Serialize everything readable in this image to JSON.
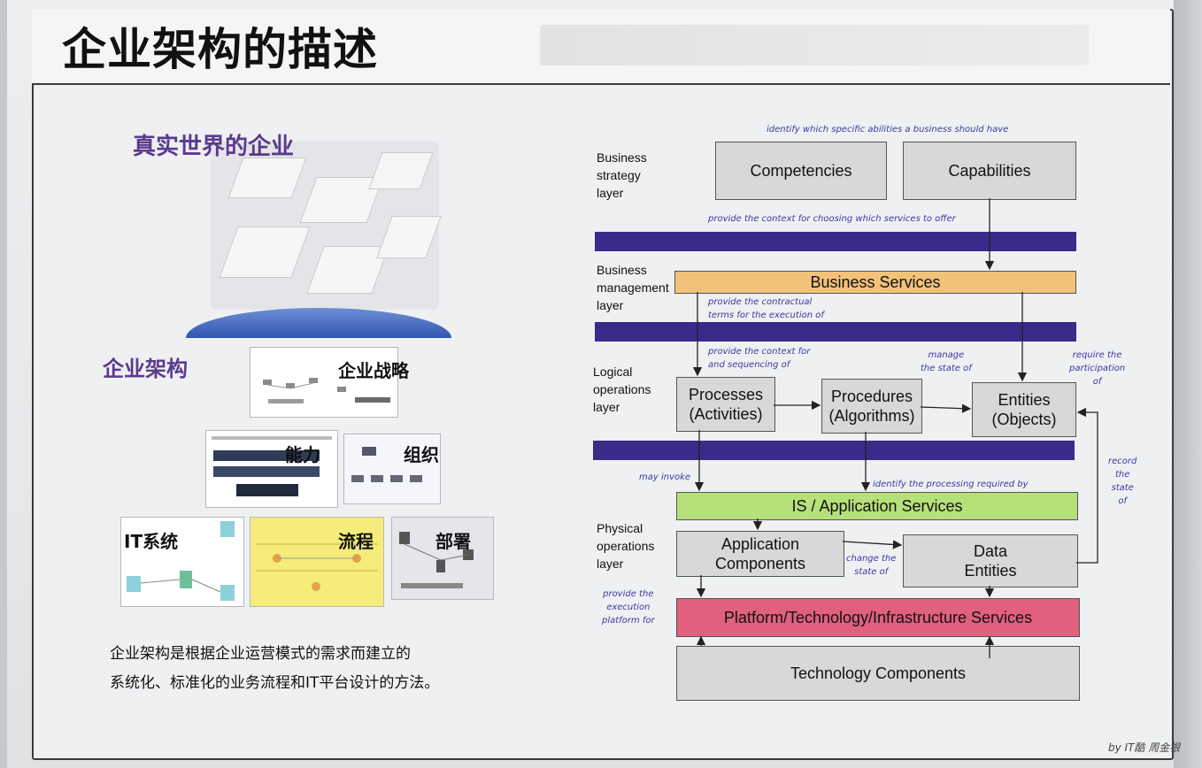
{
  "page": {
    "title": "企业架构的描述",
    "byline": "by IT酷 周金根"
  },
  "left": {
    "real_world_label": "真实世界的企业",
    "ea_label": "企业架构",
    "thumbs": {
      "strategy": "企业战略",
      "capability": "能力",
      "organization": "组织",
      "it_system": "IT系统",
      "process": "流程",
      "deployment": "部署"
    },
    "description_line1": "企业架构是根据企业运营模式的需求而建立的",
    "description_line2": "系统化、标准化的业务流程和IT平台设计的方法。"
  },
  "diagram": {
    "layers": {
      "strategy": [
        "Business",
        "strategy",
        "layer"
      ],
      "management": [
        "Business",
        "management",
        "layer"
      ],
      "logical": [
        "Logical",
        "operations",
        "layer"
      ],
      "physical": [
        "Physical",
        "operations",
        "layer"
      ]
    },
    "boxes": {
      "competencies": "Competencies",
      "capabilities": "Capabilities",
      "processes": [
        "Processes",
        "(Activities)"
      ],
      "procedures": [
        "Procedures",
        "(Algorithms)"
      ],
      "entities": [
        "Entities",
        "(Objects)"
      ],
      "app_components": [
        "Application",
        "Components"
      ],
      "data_entities": [
        "Data",
        "Entities"
      ],
      "tech_components": "Technology  Components"
    },
    "services": {
      "business": "Business Services",
      "is_app": "IS / Application Services",
      "platform": "Platform/Technology/Infrastructure Services"
    },
    "notes": {
      "identify_abilities": "identify which specific abilities a business should have",
      "provide_context_services": "provide the context for choosing which services to offer",
      "contractual": [
        "provide the contractual",
        "terms for the execution of"
      ],
      "context_sequencing": [
        "provide the context for",
        "and sequencing of"
      ],
      "manage_state": [
        "manage",
        "the state of"
      ],
      "require_participation": [
        "require the",
        "participation",
        "of"
      ],
      "may_invoke": "may invoke",
      "identify_processing": "identify the processing required by",
      "record_state": [
        "record",
        "the",
        "state",
        "of"
      ],
      "change_state": [
        "change the",
        "state of"
      ],
      "execution_platform": [
        "provide the",
        "execution",
        "platform for"
      ]
    },
    "colors": {
      "band": "#3b2a8a",
      "business_services": "#f2c27a",
      "is_services": "#b6e07a",
      "platform_services": "#e0607e",
      "box_gray": "#d8d8d8",
      "note_text": "#3a3aa0"
    }
  }
}
